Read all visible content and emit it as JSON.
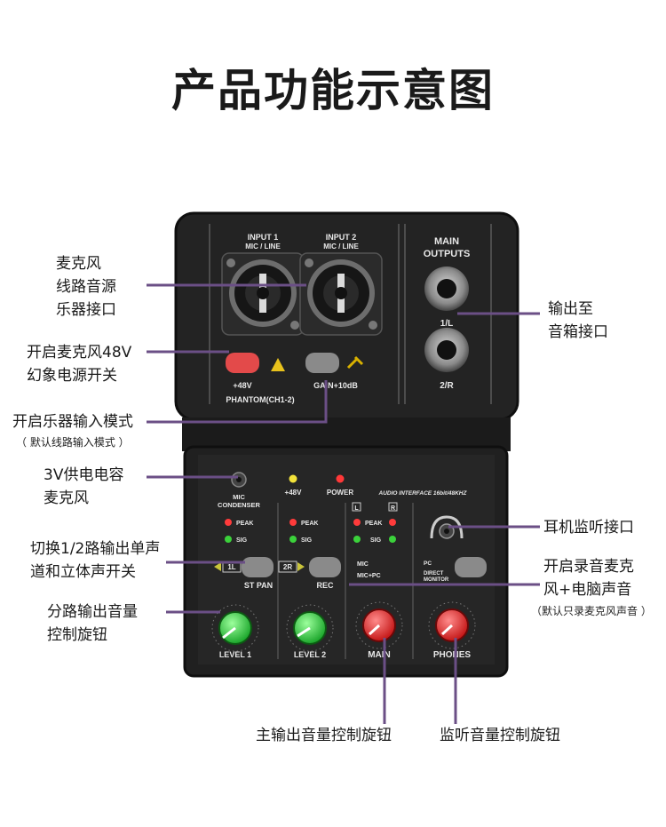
{
  "title": "产品功能示意图",
  "colors": {
    "leader": "#6b4f86",
    "body": "#1f1f1f",
    "accent_red": "#e03a3a",
    "accent_green": "#2dbf3a"
  },
  "callouts": {
    "mic_input": [
      "麦克风",
      "线路音源",
      "乐器接口"
    ],
    "phantom": [
      "开启麦克风48V",
      "幻象电源开关"
    ],
    "instrument_mode": "开启乐器输入模式",
    "instrument_mode_note": "（ 默认线路输入模式 ）",
    "condenser": [
      "3V供电电容",
      "麦克风"
    ],
    "st_pan": [
      "切换1/2路输出单声",
      "道和立体声开关"
    ],
    "level": [
      "分路输出音量",
      "控制旋钮"
    ],
    "main_knob": "主输出音量控制旋钮",
    "phones_knob": "监听音量控制旋钮",
    "outputs": [
      "输出至",
      "音箱接口"
    ],
    "headphone": "耳机监听接口",
    "rec": [
      "开启录音麦克",
      "风+电脑声音"
    ],
    "rec_note": "（默认只录麦克风声音 ）"
  },
  "device": {
    "input1": [
      "INPUT 1",
      "MIC / LINE"
    ],
    "input2": [
      "INPUT 2",
      "MIC / LINE"
    ],
    "main_outputs": [
      "MAIN",
      "OUTPUTS"
    ],
    "out_1l": "1/L",
    "out_2r": "2/R",
    "plus48v": "+48V",
    "phantom": "PHANTOM(CH1-2)",
    "gain": "GAIN+10dB",
    "mic_condenser": [
      "MIC",
      "CONDENSER"
    ],
    "led_48v": "+48V",
    "led_power": "POWER",
    "brand": "AUDIO INTERFACE 16bit/48KHZ",
    "peak": "PEAK",
    "sig": "SIG",
    "l": "L",
    "r": "R",
    "ch1": "1L",
    "ch2": "2R",
    "st_pan": "ST PAN",
    "rec": "REC",
    "mic": "MIC",
    "mic_pc": "MIC+PC",
    "pc": "PC",
    "direct_monitor": [
      "DIRECT",
      "MONITOR"
    ],
    "level1": "LEVEL 1",
    "level2": "LEVEL 2",
    "main": "MAIN",
    "phones": "PHONES"
  }
}
